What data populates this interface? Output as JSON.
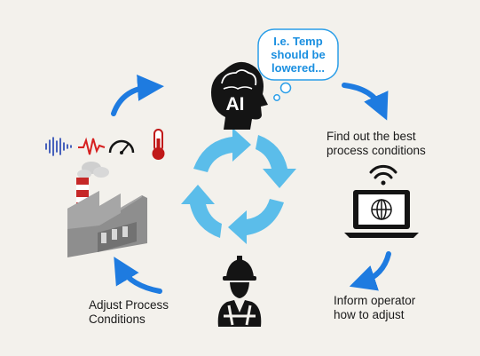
{
  "speech_bubble": {
    "line1": "I.e. Temp",
    "line2": "should be",
    "line3": "lowered..."
  },
  "ai_head": {
    "label": "AI"
  },
  "steps": {
    "find": {
      "line1": "Find out the best",
      "line2": "process conditions"
    },
    "inform": {
      "line1": "Inform operator",
      "line2": "how to adjust"
    },
    "adjust": {
      "line1": "Adjust Process",
      "line2": "Conditions"
    }
  },
  "sensor_icons": [
    "sound-wave-icon",
    "heartbeat-signal-icon",
    "speedometer-icon",
    "thermometer-icon"
  ],
  "colors": {
    "arrow_blue": "#1e7be0",
    "cycle_light_blue": "#5bbdea",
    "bubble_text": "#1a8fe0",
    "background": "#f3f1ec"
  }
}
